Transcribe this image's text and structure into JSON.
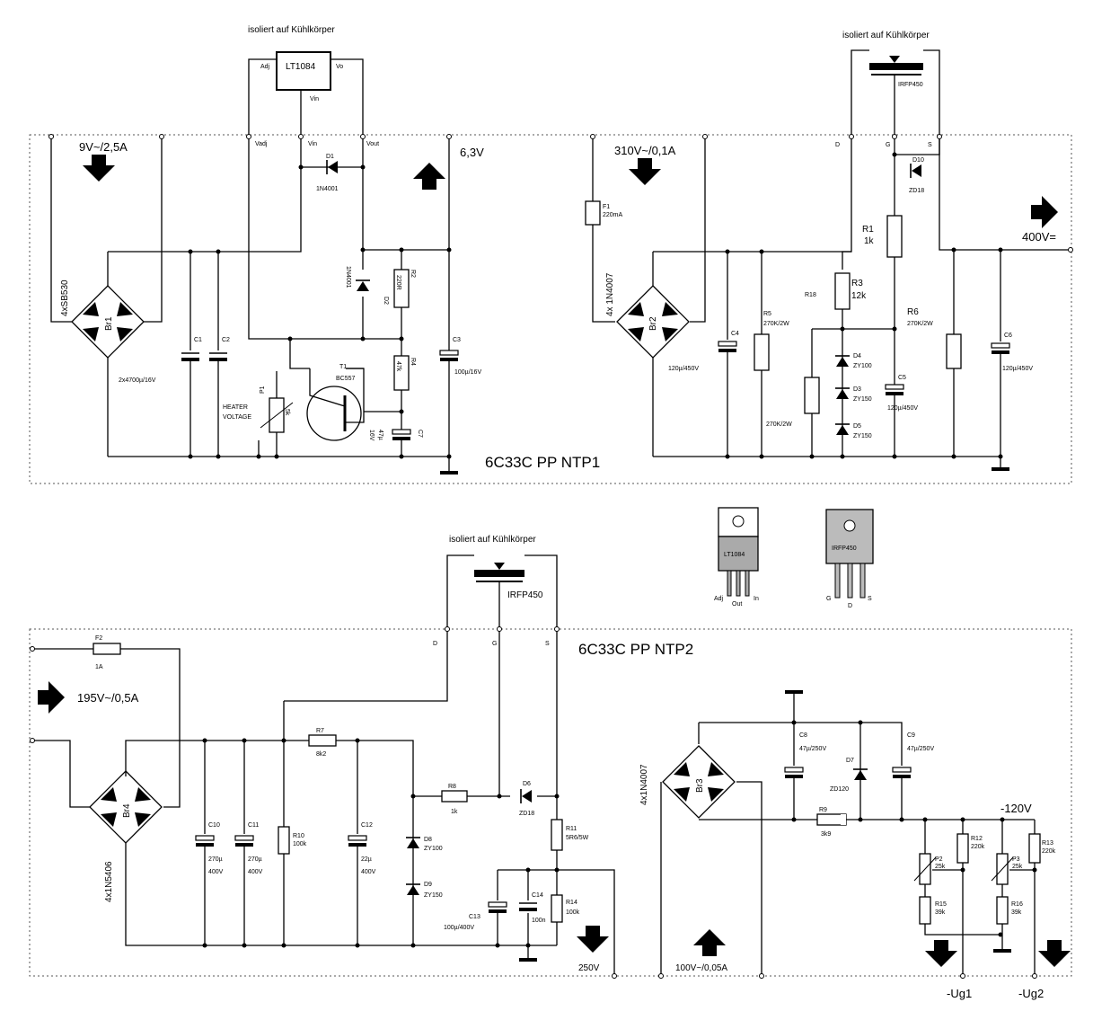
{
  "ntp1": {
    "title": "6C33C PP NTP1",
    "heater": {
      "heatsink_note": "isoliert auf Kühlkörper",
      "input": "9V~/2,5A",
      "output": "6,3V",
      "regulator": "LT1084",
      "reg_pins": {
        "adj": "Adj",
        "vo": "Vo",
        "vin": "Vin"
      },
      "board_pins": {
        "adj": "Vadj",
        "vin": "Vin",
        "vout": "Vout"
      },
      "bridge": {
        "name": "Br1",
        "type": "4xSB530"
      },
      "caps_note": "2x4700µ/16V",
      "C1": "C1",
      "C2": "C2",
      "C3": {
        "name": "C3",
        "value": "100µ/16V"
      },
      "C7": {
        "name": "C7",
        "value1": "47µ",
        "value2": "16V"
      },
      "D1": {
        "name": "D1",
        "type": "1N4001"
      },
      "D2": {
        "name": "D2",
        "type": "1N4001"
      },
      "R2": {
        "name": "R2",
        "value": "220R"
      },
      "R4": {
        "name": "R4",
        "value": "47k"
      },
      "T1": {
        "name": "T1",
        "type": "BC557"
      },
      "P1": {
        "name": "P1",
        "value": "5k",
        "label1": "HEATER",
        "label2": "VOLTAGE"
      }
    },
    "hv": {
      "heatsink_note": "isoliert auf Kühlkörper",
      "mosfet": "IRFP450",
      "pins": {
        "d": "D",
        "g": "G",
        "s": "S"
      },
      "input": "310V~/0,1A",
      "output": "400V=",
      "F1": {
        "name": "F1",
        "value": "220mA"
      },
      "bridge": {
        "name": "Br2",
        "type": "4x 1N4007"
      },
      "C4": {
        "name": "C4",
        "value": "120µ/450V"
      },
      "R5": {
        "name": "R5",
        "value": "270K/2W"
      },
      "R18": {
        "name": "R18",
        "value": "270K/2W"
      },
      "R1": {
        "name": "R1",
        "value": "1k"
      },
      "R3": {
        "name": "R3",
        "value": "12k"
      },
      "R6": {
        "name": "R6",
        "value": "270K/2W"
      },
      "D10": {
        "name": "D10",
        "type": "ZD18"
      },
      "D4": {
        "name": "D4",
        "type": "ZY100"
      },
      "D3": {
        "name": "D3",
        "type": "ZY150"
      },
      "D5": {
        "name": "D5",
        "type": "ZY150"
      },
      "C5": {
        "name": "C5",
        "value": "120µ/450V"
      },
      "C6": {
        "name": "C6",
        "value": "120µ/450V"
      }
    }
  },
  "packages": {
    "lt": {
      "name": "LT1084",
      "pins": [
        "Adj",
        "Out",
        "In"
      ]
    },
    "irfp": {
      "name": "IRFP450",
      "pins": [
        "G",
        "D",
        "S"
      ]
    }
  },
  "ntp2": {
    "title": "6C33C PP NTP2",
    "hv": {
      "heatsink_note": "isoliert auf Kühlkörper",
      "mosfet": "IRFP450",
      "pins": {
        "d": "D",
        "g": "G",
        "s": "S"
      },
      "input": "195V~/0,5A",
      "output": "250V",
      "F2": {
        "name": "F2",
        "value": "1A"
      },
      "bridge": {
        "name": "Br4",
        "type": "4x1N5406"
      },
      "C10": {
        "name": "C10",
        "value1": "270µ",
        "value2": "400V"
      },
      "C11": {
        "name": "C11",
        "value1": "270µ",
        "value2": "400V"
      },
      "R10": {
        "name": "R10",
        "value": "100k"
      },
      "R7": {
        "name": "R7",
        "value": "8k2"
      },
      "C12": {
        "name": "C12",
        "value1": "22µ",
        "value2": "400V"
      },
      "R8": {
        "name": "R8",
        "value": "1k"
      },
      "D6": {
        "name": "D6",
        "type": "ZD18"
      },
      "D8": {
        "name": "D8",
        "type": "ZY100"
      },
      "D9": {
        "name": "D9",
        "type": "ZY150"
      },
      "R11": {
        "name": "R11",
        "value": "5R6/5W"
      },
      "C13": {
        "name": "C13",
        "value": "100µ/400V"
      },
      "C14": {
        "name": "C14",
        "value": "100n"
      },
      "R14": {
        "name": "R14",
        "value": "100k"
      }
    },
    "bias": {
      "input": "100V~/0,05A",
      "bridge": {
        "name": "Br3",
        "type": "4x1N4007"
      },
      "C8": {
        "name": "C8",
        "value": "47µ/250V"
      },
      "C9": {
        "name": "C9",
        "value": "47µ/250V"
      },
      "D7": {
        "name": "D7",
        "type": "ZD120"
      },
      "R9": {
        "name": "R9",
        "value": "3k9"
      },
      "rail": "-120V",
      "R12": {
        "name": "R12",
        "value": "220k"
      },
      "R13": {
        "name": "R13",
        "value": "220k"
      },
      "P2": {
        "name": "P2",
        "value": "25k"
      },
      "P3": {
        "name": "P3",
        "value": "25k"
      },
      "R15": {
        "name": "R15",
        "value": "39k"
      },
      "R16": {
        "name": "R16",
        "value": "39k"
      },
      "out1": "-Ug1",
      "out2": "-Ug2"
    }
  }
}
